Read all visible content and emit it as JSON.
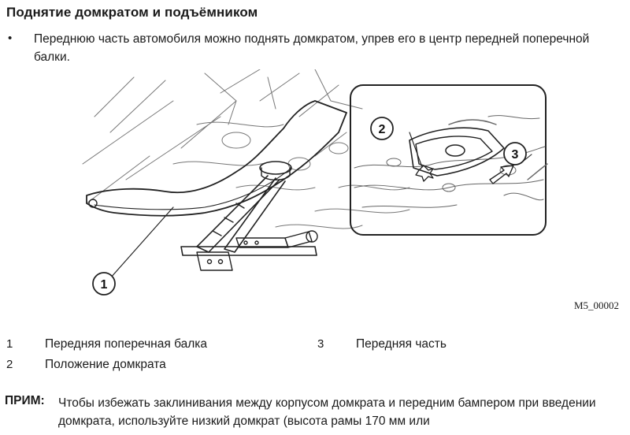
{
  "heading": "Поднятие домкратом и подъёмником",
  "bullet": {
    "marker": "•",
    "text": "Переднюю часть автомобиля можно поднять домкратом, упрев его в центр передней поперечной балки."
  },
  "figure": {
    "callouts": [
      "1",
      "2",
      "3"
    ],
    "image_id": "M5_00002"
  },
  "legend": [
    {
      "num": "1",
      "text": "Передняя поперечная балка"
    },
    {
      "num": "2",
      "text": "Положение домкрата"
    },
    {
      "num": "3",
      "text": "Передняя часть"
    }
  ],
  "note": {
    "label": "ПРИМ:",
    "text": "Чтобы избежать заклинивания между корпусом домкрата и передним бампером при введении домкрата, используйте низкий домкрат (высота рамы 170 мм или"
  }
}
